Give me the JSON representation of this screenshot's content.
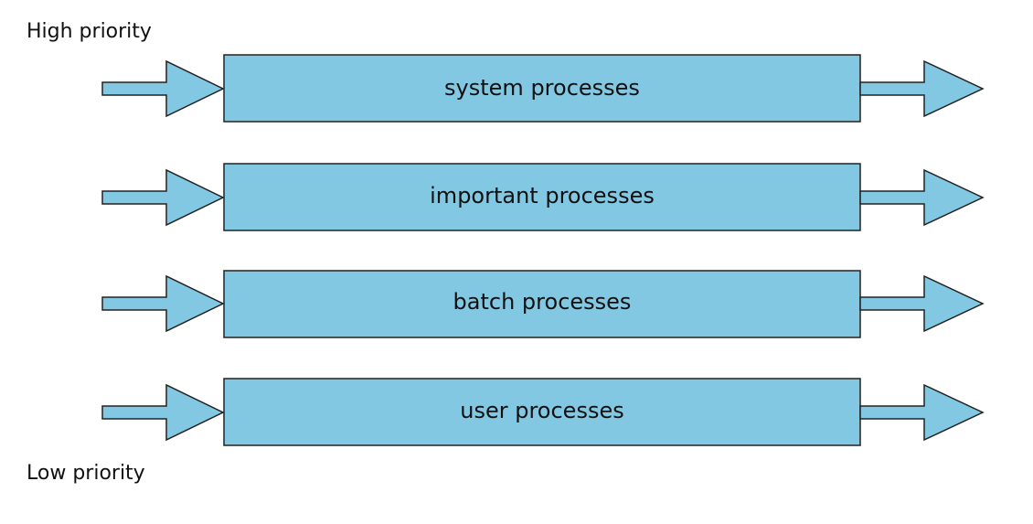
{
  "labels": {
    "high": "High priority",
    "low": "Low priority"
  },
  "queues": [
    {
      "label": "system processes"
    },
    {
      "label": "important processes"
    },
    {
      "label": "batch processes"
    },
    {
      "label": "user processes"
    }
  ],
  "colors": {
    "fill": "#82c8e2",
    "stroke": "#222222"
  }
}
